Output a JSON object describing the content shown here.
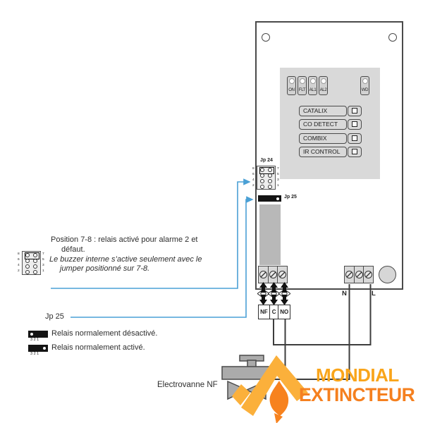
{
  "board": {
    "leds": [
      {
        "label": "ON"
      },
      {
        "label": "FLT"
      },
      {
        "label": "AL1"
      },
      {
        "label": "AL2"
      }
    ],
    "wd_led": {
      "label": "WD"
    },
    "mode_rows": [
      {
        "label": "CATALIX"
      },
      {
        "label": "CO DETECT"
      },
      {
        "label": "COMBIX"
      },
      {
        "label": "IR CONTROL"
      }
    ],
    "jp24_label": "Jp 24",
    "jp25_label": "Jp 25",
    "relay_terminals": [
      "NF",
      "C",
      "NO"
    ],
    "power_terminals": {
      "n": "N",
      "l": "L"
    }
  },
  "pin_numbers": {
    "left": [
      "8",
      "6",
      "4",
      "2"
    ],
    "right": [
      "7",
      "5",
      "3",
      "1"
    ],
    "triple": "3 2 1"
  },
  "notes": {
    "position78": {
      "line1": "Position 7-8 : relais activé pour alarme 2 et",
      "line2": "défaut.",
      "line3": "Le buzzer interne s’active seulement avec le",
      "line4": "jumper positionné sur 7-8."
    },
    "jp25_callout": "Jp 25",
    "relay_deactivated": "Relais normalement désactivé.",
    "relay_activated": "Relais normalement activé.",
    "valve_label": "Electrovanne NF"
  },
  "logo": {
    "word1": "MONDIAL",
    "word2": "EXTINCTEUR",
    "word1_color": "#F9A51B",
    "word2_color": "#F5801F"
  },
  "colors": {
    "annotation_blue": "#4AA0D5",
    "wire": "#3D3D3D",
    "panel_gray": "#D9D9D9"
  }
}
